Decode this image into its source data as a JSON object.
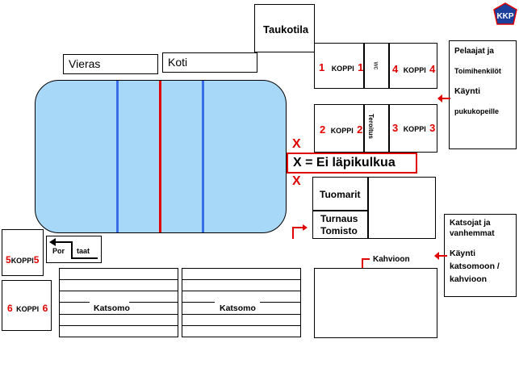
{
  "labels": {
    "vieras": "Vieras",
    "koti": "Koti",
    "taukotila": "Taukotila",
    "tuomarit": "Tuomarit",
    "turnaus_line1": "Turnaus",
    "turnaus_line2": "Tomisto",
    "ei_lapikulkua": "X = Ei läpikulkua",
    "x_mark": "X",
    "kahvioon": "Kahvioon",
    "katsomo": "Katsomo",
    "portaat_left": "Por",
    "portaat_right": "taat",
    "wc": "wc",
    "teroitus": "Teroitus"
  },
  "lockers": {
    "koppi_word": "KOPPI",
    "koppi_word_small": "KOPPI",
    "n1": "1",
    "n2": "2",
    "n3": "3",
    "n4": "4",
    "n5": "5",
    "n6": "6"
  },
  "info": {
    "players_line1": "Pelaajat ja",
    "players_line2": "Toimihenkilöt",
    "players_line3": "Käynti",
    "players_line4": "pukukopeille",
    "spectators_line1": "Katsojat ja",
    "spectators_line2": "vanhemmat",
    "spectators_line3": "Käynti",
    "spectators_line4": "katsomoon /",
    "spectators_line5": "kahvioon"
  },
  "logo": {
    "text": "KKP"
  },
  "colors": {
    "rink_fill": "#a8d8f8",
    "blue_line": "#3a6ee8",
    "red_line": "#e00000",
    "accent_red": "#e00000"
  }
}
